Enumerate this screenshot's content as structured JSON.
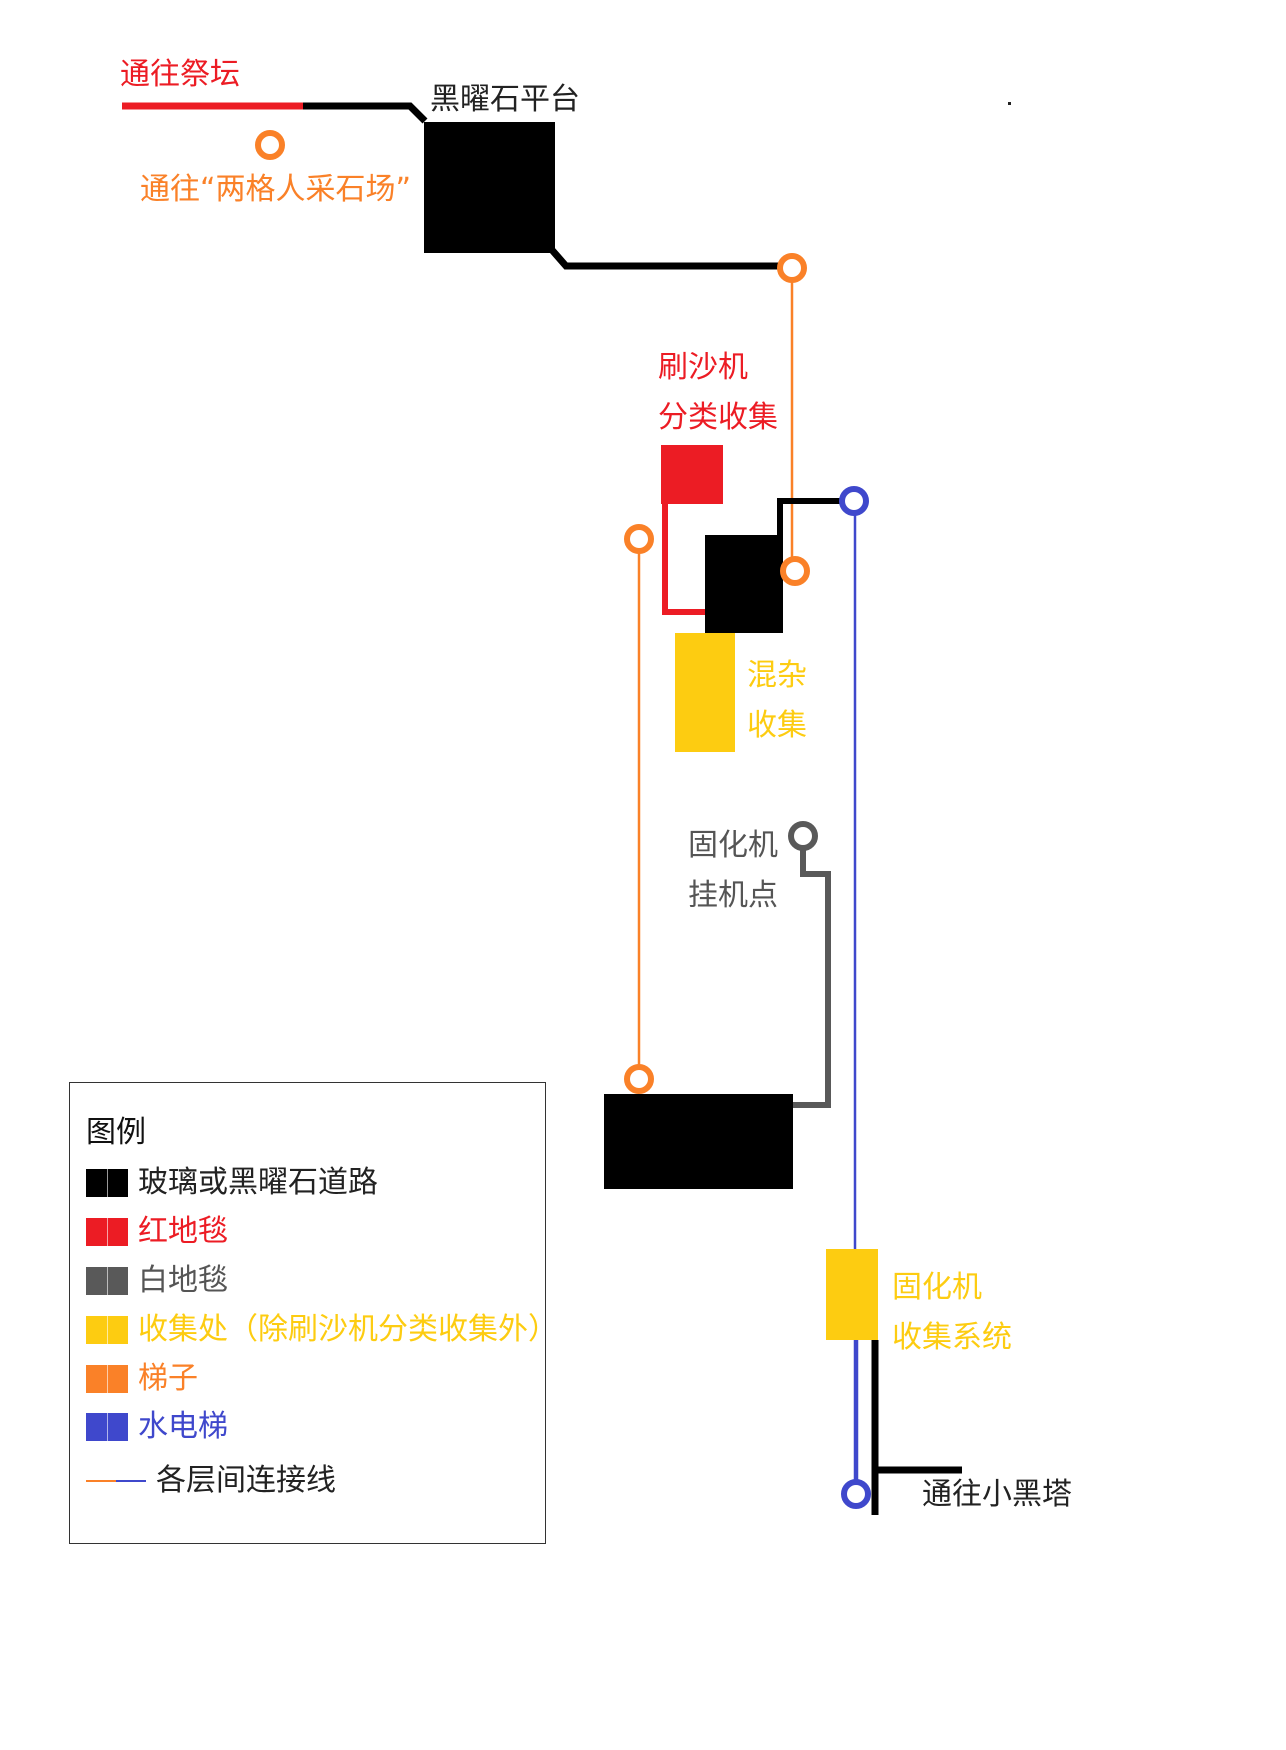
{
  "colors": {
    "road": "#000000",
    "red_carpet": "#ec1c24",
    "white_carpet": "#595959",
    "collection": "#fdcc11",
    "ladder": "#fa8128",
    "water_elevator": "#3f48cc",
    "text_dark": "#222222",
    "text_gray": "#555555"
  },
  "labels": {
    "to_altar": "通往祭坛",
    "obsidian_platform": "黑曜石平台",
    "to_quarry": "通往“两格人采石场”",
    "sand_machine_line1": "刷沙机",
    "sand_machine_line2": "分类收集",
    "mixed_line1": "混杂",
    "mixed_line2": "收集",
    "solidifier_line1": "固化机",
    "solidifier_line2": "挂机点",
    "solidifier_coll_line1": "固化机",
    "solidifier_coll_line2": "收集系统",
    "to_black_tower": "通往小黑塔"
  },
  "legend": {
    "title": "图例",
    "items": [
      {
        "label": "玻璃或黑曜石道路",
        "color": "#000000",
        "kind": "swatch"
      },
      {
        "label": "红地毯",
        "color": "#ec1c24",
        "kind": "swatch"
      },
      {
        "label": "白地毯",
        "color": "#595959",
        "kind": "swatch"
      },
      {
        "label": "收集处（除刷沙机分类收集外）",
        "color": "#fdcc11",
        "kind": "swatch"
      },
      {
        "label": "梯子",
        "color": "#fa8128",
        "kind": "swatch"
      },
      {
        "label": "水电梯",
        "color": "#3f48cc",
        "kind": "swatch"
      },
      {
        "label": "各层间连接线",
        "color": "#222222",
        "kind": "lines"
      }
    ]
  }
}
